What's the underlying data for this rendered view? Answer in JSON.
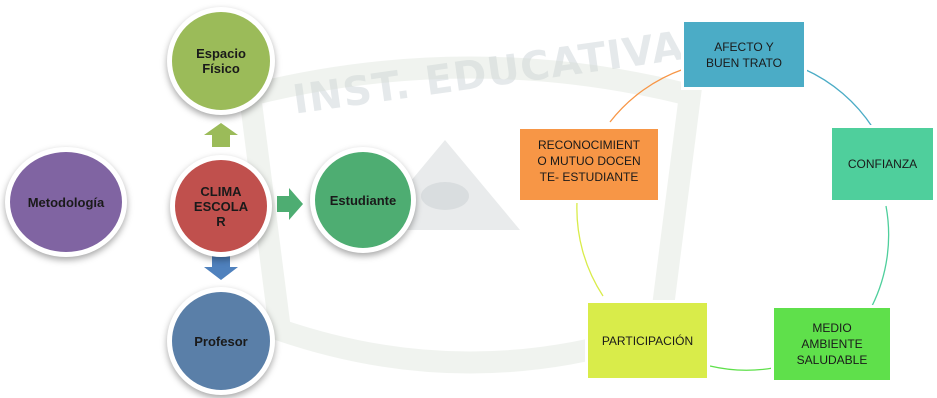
{
  "watermark": {
    "text": "INST. EDUCATIVA"
  },
  "left_diagram": {
    "center": {
      "label": "CLIMA ESCOLA R",
      "color": "#c0504d"
    },
    "nodes": [
      {
        "id": "espacio",
        "label": "Espacio Físico",
        "color": "#9bbb59"
      },
      {
        "id": "estudiante",
        "label": "Estudiante",
        "color": "#4ead72"
      },
      {
        "id": "profesor",
        "label": "Profesor",
        "color": "#5a7fa8"
      },
      {
        "id": "metodologia",
        "label": "Metodología",
        "color": "#8064a2"
      }
    ],
    "arrow_colors": {
      "up": "#9bbb59",
      "right": "#4ead72",
      "down": "#4f81bd"
    }
  },
  "cycle_diagram": {
    "nodes": [
      {
        "id": "afecto",
        "label": "AFECTO Y BUEN TRATO",
        "color": "#4bacc6"
      },
      {
        "id": "confianza",
        "label": "CONFIANZA",
        "color": "#4fcf9c"
      },
      {
        "id": "medio",
        "label": "MEDIO AMBIENTE SALUDABLE",
        "color": "#5fe04b"
      },
      {
        "id": "participacion",
        "label": "PARTICIPACIÓN",
        "color": "#d9ec4a"
      },
      {
        "id": "reconocimiento",
        "label": "RECONOCIMIENT O MUTUO DOCENTE- ESTUDIANTE",
        "color": "#f79646"
      }
    ]
  }
}
